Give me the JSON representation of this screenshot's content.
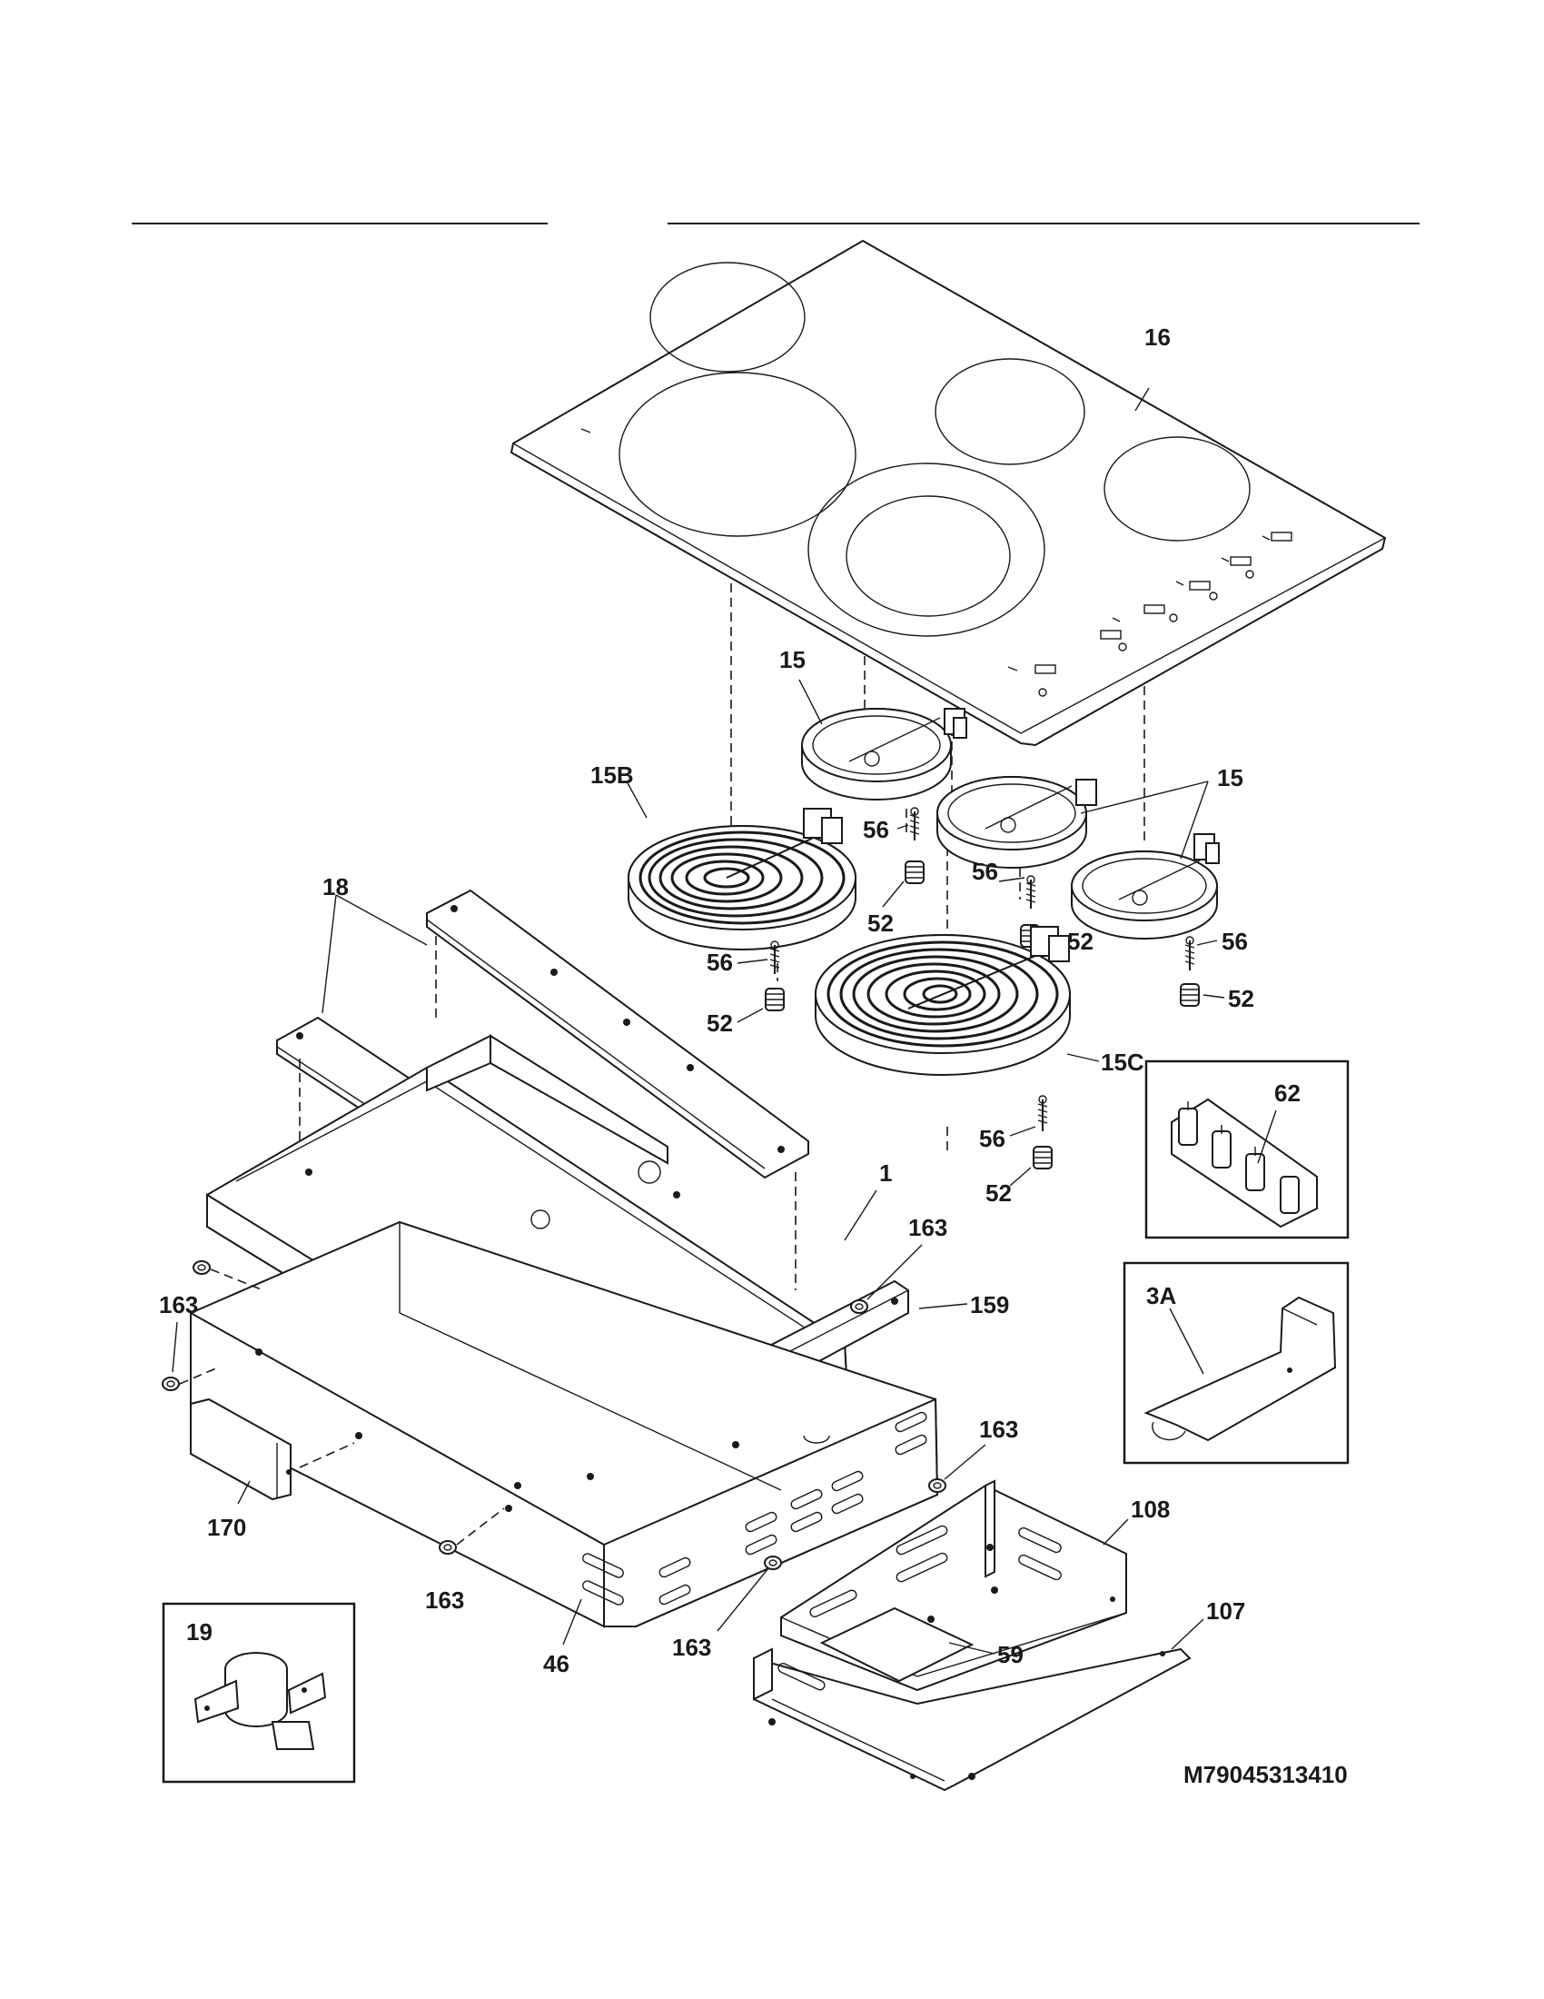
{
  "diagram": {
    "model_code": "M79045313410",
    "callouts": {
      "c16": "16",
      "c15_top": "15",
      "c15_right": "15",
      "c15B": "15B",
      "c15C": "15C",
      "c18": "18",
      "c1": "1",
      "c163_a": "163",
      "c163_b": "163",
      "c163_c": "163",
      "c163_d": "163",
      "c163_e": "163",
      "c159": "159",
      "c170": "170",
      "c46": "46",
      "c19": "19",
      "c56_a": "56",
      "c56_b": "56",
      "c56_c": "56",
      "c56_d": "56",
      "c56_e": "56",
      "c52_a": "52",
      "c52_b": "52",
      "c52_c": "52",
      "c52_d": "52",
      "c52_e": "52",
      "c62": "62",
      "c3A": "3A",
      "c108": "108",
      "c107": "107",
      "c59": "59"
    }
  }
}
